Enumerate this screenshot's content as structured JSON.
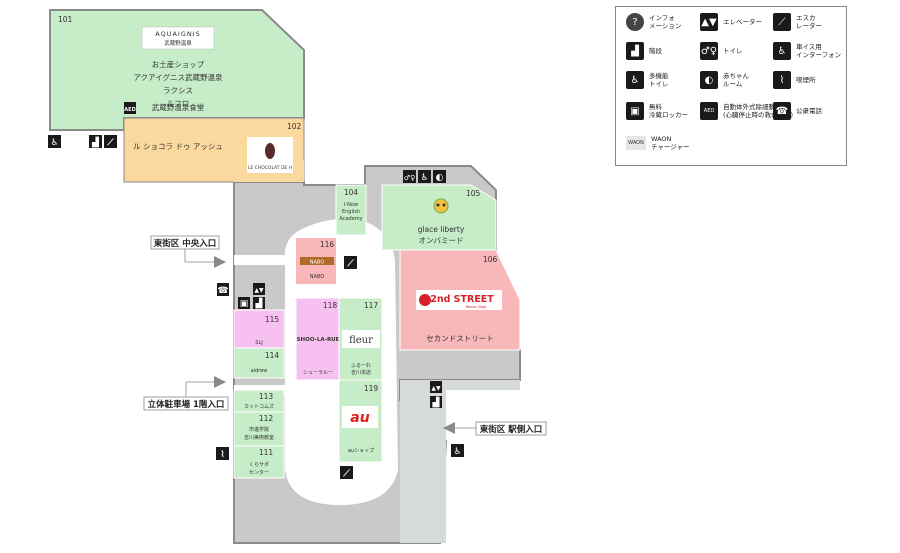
{
  "stores": {
    "s101": {
      "num": "101",
      "logo": "AQUAIGNIS",
      "logo_sub": "武蔵野温泉",
      "lines": [
        "お土産ショップ",
        "アクアイグニス武蔵野温泉",
        "ラクシス",
        "ルフロ",
        "武蔵野温泉食堂"
      ]
    },
    "s102": {
      "num": "102",
      "name": "ル ショコラ ドゥ アッシュ",
      "logo": "LE CHOCOLAT DE H"
    },
    "s104": {
      "num": "104",
      "lines": [
        "I-Now",
        "English",
        "Academy"
      ]
    },
    "s105": {
      "num": "105",
      "lines": [
        "glace liberty",
        "オンバミード"
      ]
    },
    "s106": {
      "num": "106",
      "logo": "2nd STREET",
      "logo_sub": "Reuse Shop",
      "name": "セカンドストリート"
    },
    "s111": {
      "num": "111",
      "lines": [
        "くらサポ",
        "センター"
      ]
    },
    "s112": {
      "num": "112",
      "lines": [
        "市進学院",
        "吉川美術教室"
      ]
    },
    "s113": {
      "num": "113",
      "name": "カットコムズ"
    },
    "s114": {
      "num": "114",
      "name": "aidrew"
    },
    "s115": {
      "num": "115",
      "name": "SLJ"
    },
    "s116": {
      "num": "116",
      "logo": "NABO",
      "name": "NABO"
    },
    "s117": {
      "num": "117",
      "logo": "fleur",
      "lines": [
        "ふるーれ",
        "吉川本店"
      ]
    },
    "s118": {
      "num": "118",
      "logo": "SHOO-LA-RUE",
      "name": "シューラルー"
    },
    "s119": {
      "num": "119",
      "logo": "au",
      "name": "auショップ"
    }
  },
  "entrances": {
    "central": "東街区 中央入口",
    "parking": "立体駐車場 1階入口",
    "station": "東街区 駅側入口"
  },
  "legend": [
    {
      "icon": "information-icon",
      "glyph": "?",
      "label": "インフォ\nメーション"
    },
    {
      "icon": "elevator-icon",
      "glyph": "▲▼",
      "label": "エレベーター"
    },
    {
      "icon": "escalator-icon",
      "glyph": "⟋",
      "label": "エスカ\nレーター"
    },
    {
      "icon": "stairs-icon",
      "glyph": "▟",
      "label": "階段"
    },
    {
      "icon": "toilet-icon",
      "glyph": "♂♀",
      "label": "トイレ"
    },
    {
      "icon": "wheelchair-intercom-icon",
      "glyph": "♿",
      "label": "車イス用\nインターフォン"
    },
    {
      "icon": "multipurpose-toilet-icon",
      "glyph": "♿",
      "label": "多機能\nトイレ"
    },
    {
      "icon": "baby-room-icon",
      "glyph": "◐",
      "label": "赤ちゃん\nルーム"
    },
    {
      "icon": "smoking-area-icon",
      "glyph": "⌇",
      "label": "喫煙所"
    },
    {
      "icon": "coin-locker-icon",
      "glyph": "▣",
      "label": "無料\n冷蔵ロッカー"
    },
    {
      "icon": "aed-icon",
      "glyph": "AED",
      "label": "自動体外式除細動器\n(心臓停止時の救命装置)"
    },
    {
      "icon": "public-phone-icon",
      "glyph": "☎",
      "label": "公衆電話"
    },
    {
      "icon": "waon-charger-icon",
      "glyph": "WAON",
      "label": "WAON\nチャージャー"
    }
  ]
}
